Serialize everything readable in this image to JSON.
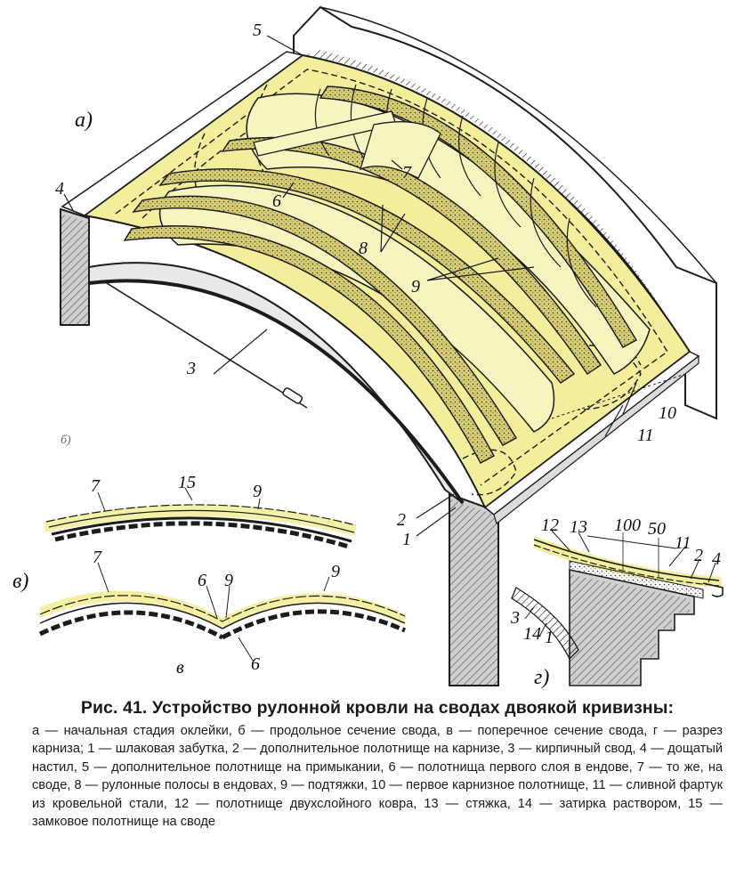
{
  "figure": {
    "labels": {
      "a": "а)",
      "b": "б)",
      "v": "в)",
      "g": "г)",
      "n1": "1",
      "n2": "2",
      "n3": "3",
      "n4": "4",
      "n5": "5",
      "n6": "6",
      "n7": "7",
      "n8": "8",
      "n9": "9",
      "n10": "10",
      "n11": "11",
      "n12": "12",
      "n13": "13",
      "n14": "14",
      "n15": "15",
      "dim100": "100",
      "dim50": "50",
      "cross_v": "в"
    },
    "colors": {
      "yellow": "#f3ee9c",
      "yellow_light": "#f8f4c0",
      "strip": "#d8cf72",
      "line": "#1c1c1c",
      "masonry": "#cfcfcf"
    }
  },
  "caption": {
    "title": "Рис. 41. Устройство рулонной кровли на сводах двоякой кривизны:",
    "body": "а — начальная стадия оклейки, б — продольное сечение свода, в — поперечное сечение свода, г — разрез карниза; 1 — шлаковая забутка, 2 — дополнительное полотнище на карнизе, 3 — кирпичный свод, 4 — дощатый настил, 5 — дополнительное полотнище на примыкании, 6 — полотнища первого слоя в ендове, 7 — то же, на своде, 8 — рулонные полосы в ендовах, 9 — подтяжки, 10 — первое карнизное полотнище, 11 — сливной фартук из кровельной стали, 12 — полотнище двухслойного ковра, 13 — стяжка, 14 — затирка раствором, 15 — замковое полотнище на своде"
  }
}
